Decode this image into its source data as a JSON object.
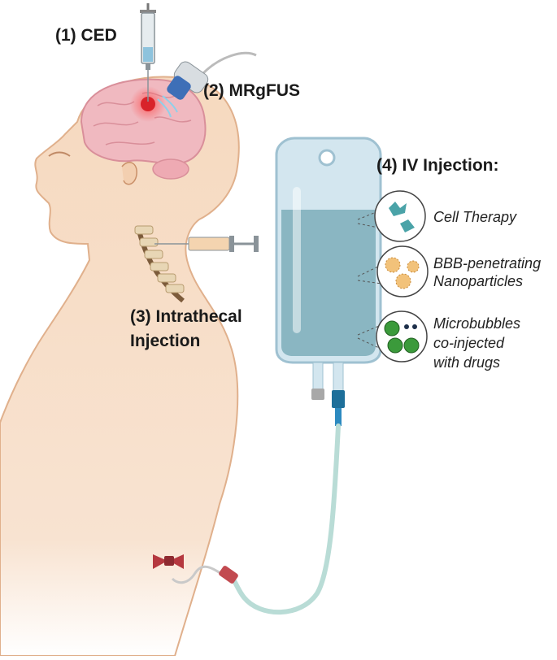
{
  "labels": {
    "ced": "(1) CED",
    "mrgfus": "(2) MRgFUS",
    "intrathecal_line1": "(3) Intrathecal",
    "intrathecal_line2": "Injection",
    "iv_injection": "(4) IV Injection:",
    "cell_therapy": "Cell Therapy",
    "bbb_line1": "BBB-penetrating",
    "bbb_line2": "Nanoparticles",
    "microbubbles_line1": "Microbubbles",
    "microbubbles_line2": "co-injected",
    "microbubbles_line3": "with drugs"
  },
  "colors": {
    "skin": "#f6d9bf",
    "skin_outline": "#d9a57d",
    "brain": "#f0b9c0",
    "tumor": "#d8232a",
    "iv_bag": "#d3e6ef",
    "iv_fluid": "#8ab6c2",
    "tubing": "#b9dcd6",
    "connector_blue": "#1d6f9a",
    "catheter_red": "#b5383f",
    "microbubble_green": "#3b9a3b"
  }
}
